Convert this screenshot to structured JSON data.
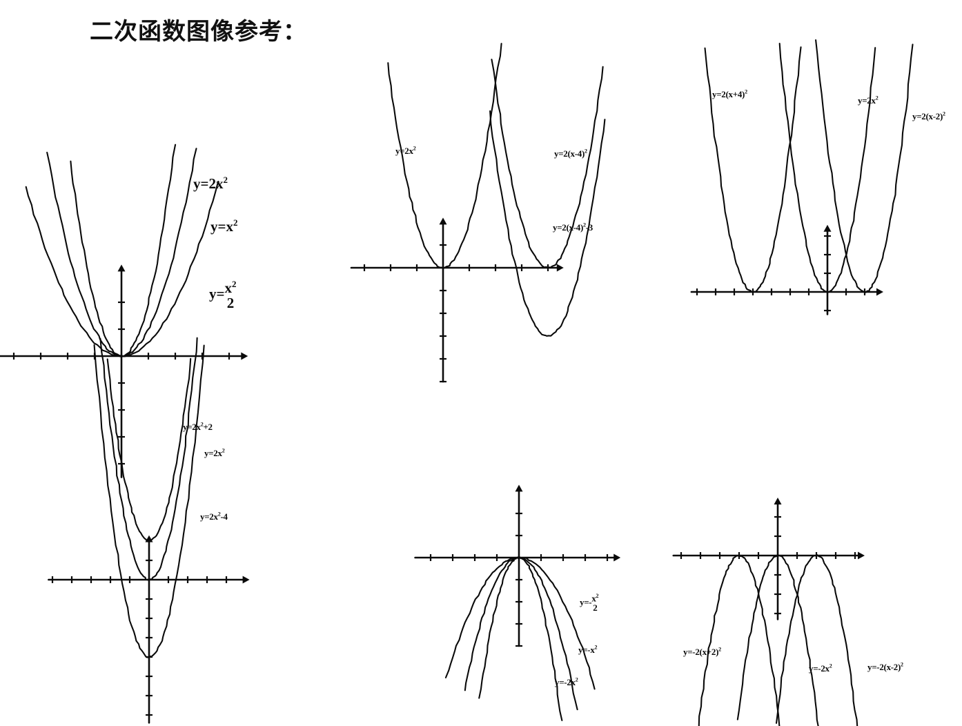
{
  "page": {
    "title": "二次函数图像参考：",
    "background_color": "#ffffff",
    "ink_color": "#0a0a0a"
  },
  "charts": [
    {
      "id": "chart-1",
      "labels": [
        {
          "text": "y=2x²"
        },
        {
          "text": "y=x²"
        },
        {
          "text": "y=",
          "numerator": "x²",
          "denominator": "2"
        }
      ],
      "chart_data": {
        "type": "line",
        "title": "",
        "xlabel": "x",
        "ylabel": "y",
        "grid": false,
        "legend": "right",
        "xlim": [
          -4.2,
          4.6
        ],
        "ylim": [
          -5.2,
          5.2
        ],
        "series": [
          {
            "name": "y=2x²",
            "a": 2,
            "h": 0,
            "k": 0
          },
          {
            "name": "y=x²",
            "a": 1,
            "h": 0,
            "k": 0
          },
          {
            "name": "y=x²/2",
            "a": 0.5,
            "h": 0,
            "k": 0
          }
        ]
      }
    },
    {
      "id": "chart-2",
      "labels": [
        {
          "text": "y=2x²"
        },
        {
          "text": "y=2(x-4)²"
        },
        {
          "text": "y=2(x-4)²-3"
        }
      ],
      "chart_data": {
        "type": "line",
        "title": "",
        "xlabel": "x",
        "ylabel": "y",
        "grid": false,
        "legend": "inline",
        "xlim": [
          -3.6,
          8.0
        ],
        "ylim": [
          -4.5,
          6.0
        ],
        "series": [
          {
            "name": "y=2x²",
            "a": 2,
            "h": 0,
            "k": 0
          },
          {
            "name": "y=2(x-4)²",
            "a": 2,
            "h": 4,
            "k": 0
          },
          {
            "name": "y=2(x-4)²-3",
            "a": 2,
            "h": 4,
            "k": -3
          }
        ]
      }
    },
    {
      "id": "chart-3",
      "labels": [
        {
          "text": "y=2(x+4)²"
        },
        {
          "text": "y=2x²"
        },
        {
          "text": "y=2(x-2)²"
        }
      ],
      "chart_data": {
        "type": "line",
        "title": "",
        "xlabel": "x",
        "ylabel": "y",
        "grid": false,
        "legend": "inline",
        "xlim": [
          -8.0,
          6.0
        ],
        "ylim": [
          -1.5,
          8.0
        ],
        "series": [
          {
            "name": "y=2(x+4)²",
            "a": 2,
            "h": -4,
            "k": 0
          },
          {
            "name": "y=2x²",
            "a": 2,
            "h": 0,
            "k": 0
          },
          {
            "name": "y=2(x-2)²",
            "a": 2,
            "h": 2,
            "k": 0
          }
        ]
      }
    },
    {
      "id": "chart-4",
      "labels": [
        {
          "text": "y=2x²+2"
        },
        {
          "text": "y=2x²"
        },
        {
          "text": "y=2x²-4"
        }
      ],
      "chart_data": {
        "type": "line",
        "title": "",
        "xlabel": "x",
        "ylabel": "y",
        "grid": false,
        "legend": "right",
        "xlim": [
          -4.0,
          5.0
        ],
        "ylim": [
          -6.0,
          7.0
        ],
        "series": [
          {
            "name": "y=2x²+2",
            "a": 2,
            "h": 0,
            "k": 2
          },
          {
            "name": "y=2x²",
            "a": 2,
            "h": 0,
            "k": 0
          },
          {
            "name": "y=2x²-4",
            "a": 2,
            "h": 0,
            "k": -4
          }
        ]
      }
    },
    {
      "id": "chart-5",
      "labels": [
        {
          "text": "y=-",
          "numerator": "x²",
          "denominator": "2"
        },
        {
          "text": "y=-x²"
        },
        {
          "text": "y=-2x²"
        }
      ],
      "chart_data": {
        "type": "line",
        "title": "",
        "xlabel": "x",
        "ylabel": "y",
        "grid": false,
        "legend": "right",
        "xlim": [
          -4.6,
          4.6
        ],
        "ylim": [
          -6.0,
          4.0
        ],
        "series": [
          {
            "name": "y=-x²/2",
            "a": -0.5,
            "h": 0,
            "k": 0
          },
          {
            "name": "y=-x²",
            "a": -1,
            "h": 0,
            "k": 0
          },
          {
            "name": "y=-2x²",
            "a": -2,
            "h": 0,
            "k": 0
          }
        ]
      }
    },
    {
      "id": "chart-6",
      "labels": [
        {
          "text": "y=-2(x+2)²"
        },
        {
          "text": "y=-2x²"
        },
        {
          "text": "y=-2(x-2)²"
        }
      ],
      "chart_data": {
        "type": "line",
        "title": "",
        "xlabel": "x",
        "ylabel": "y",
        "grid": false,
        "legend": "inline",
        "xlim": [
          -6.0,
          5.0
        ],
        "ylim": [
          -8.0,
          2.5
        ],
        "series": [
          {
            "name": "y=-2(x+2)²",
            "a": -2,
            "h": -2,
            "k": 0
          },
          {
            "name": "y=-2x²",
            "a": -2,
            "h": 0,
            "k": 0
          },
          {
            "name": "y=-2(x-2)²",
            "a": -2,
            "h": 2,
            "k": 0
          }
        ]
      }
    }
  ]
}
